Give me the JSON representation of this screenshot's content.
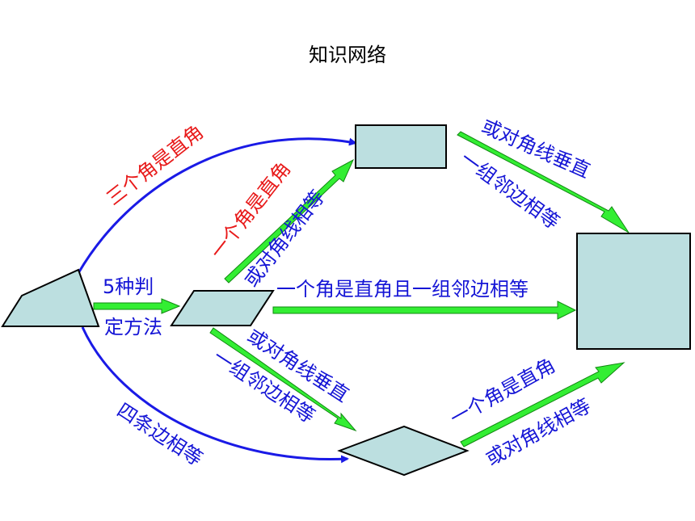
{
  "title": "知识网络",
  "colors": {
    "blue_text": "#1515d6",
    "red_text": "#e81919",
    "shape_fill": "#bcdfe0",
    "curve_blue": "#1a1ae6",
    "arrow_green": "#33ee33"
  },
  "shapes": {
    "quadrilateral": "quadrilateral",
    "parallelogram": "parallelogram",
    "rectangle": "rectangle",
    "rhombus": "rhombus",
    "square": "square"
  },
  "labels": {
    "five_methods_line1": "5种判",
    "five_methods_line2": "定方法",
    "three_right_angles": "三个角是直角",
    "one_right_angle_to_rect": "一个角是直角",
    "equal_diagonals_to_rect": "或对角线相等",
    "perpendicular_diagonals_rect_to_square": "或对角线垂直",
    "adjacent_sides_rect_to_square": "一组邻边相等",
    "right_angle_and_adjacent_sides": "一个角是直角且一组邻边相等",
    "perpendicular_diagonals_to_rhombus": "或对角线垂直",
    "adjacent_sides_to_rhombus": "一组邻边相等",
    "four_equal_sides": "四条边相等",
    "one_right_angle_rhombus_to_square": "一个角是直角",
    "equal_diagonals_rhombus_to_square": "或对角线相等"
  }
}
